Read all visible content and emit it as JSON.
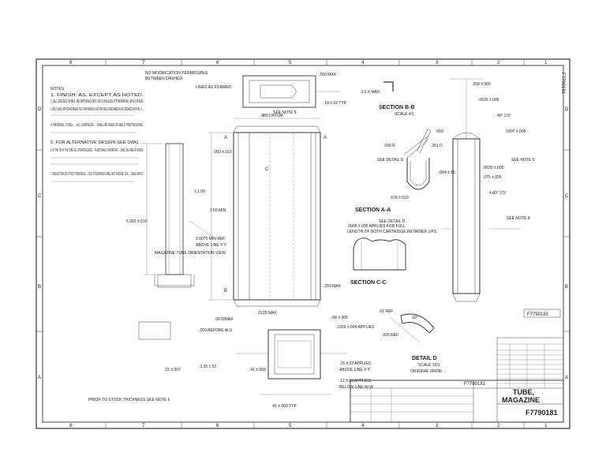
{
  "drawing": {
    "drawing_number": "F7790181",
    "title_line1": "TUBE,",
    "title_line2": "MAGAZINE",
    "zone_numbers": [
      "8",
      "7",
      "6",
      "5",
      "4",
      "3",
      "2",
      "1"
    ],
    "zone_letters": [
      "D",
      "C",
      "B",
      "A"
    ]
  },
  "notes": {
    "heading": "NOTES",
    "items": [
      "1. FINISH: AS, EXCEPT AS NOTED.",
      "2. ALL EDGES SHALL BE BROKEN 005-.015 UNLESS OTHERWISE SPECIFIED.",
      "3. WELD SHALL WITHSTAND BREAK TEST FOR MINIMUM LOAD PER WELD PERFORMED IN ACCORDANCE WITH MIL-T-...",
      "4. MATERIAL: STEEL, ... ALL SURFACES ... SHALL BE FREE OF WELD PROTRUSIONS.",
      "5. FOR ALTERNATIVE DESIGN SEE DWG ...",
      "6. AT THE TIP OF THE TUBE, ALL INTERIOR EDGES ... FUNCTIONALLY IMPORTANT ... SHALL BE FREE OF BURRS.",
      "7. REDUCTION OF STOCK THICKNESS ... DUE TO FORMING SHALL NOT EXCEED 20% ... SHALL APPLY."
    ]
  },
  "labels": {
    "section_bb": "SECTION B-B",
    "section_aa": "SECTION A-A",
    "section_cc": "SECTION C-C",
    "detail_d": "DETAIL D",
    "scale_4_1": "SCALE 4/1",
    "scale_10_1": "SCALE 10/1",
    "origin_note": "ORIGINAL FROM ...",
    "datum_note": "MAGAZINE TUBE ORIENTATION VIEW",
    "stock_note": "PRIOR TO STOCK THICKNESS SEE NOTE 6"
  },
  "colors": {
    "ink": "#222222",
    "paper": "#ffffff",
    "border": "#333333"
  }
}
